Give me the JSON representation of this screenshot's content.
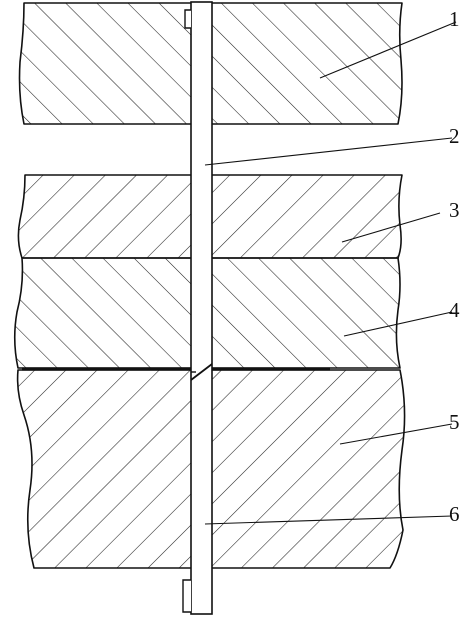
{
  "colors": {
    "ink": "#111111",
    "background": "#ffffff",
    "hatch": "#222222"
  },
  "hatch_direction": {
    "layer_1": "backslash",
    "layer_3": "slash",
    "layer_4": "backslash",
    "layer_5": "slash"
  },
  "callouts": [
    {
      "id": "1",
      "label": "1",
      "target": "layer_1"
    },
    {
      "id": "2",
      "label": "2",
      "target": "bolt_upper"
    },
    {
      "id": "3",
      "label": "3",
      "target": "layer_3"
    },
    {
      "id": "4",
      "label": "4",
      "target": "layer_4"
    },
    {
      "id": "5",
      "label": "5",
      "target": "layer_5"
    },
    {
      "id": "6",
      "label": "6",
      "target": "bolt_lower"
    }
  ]
}
